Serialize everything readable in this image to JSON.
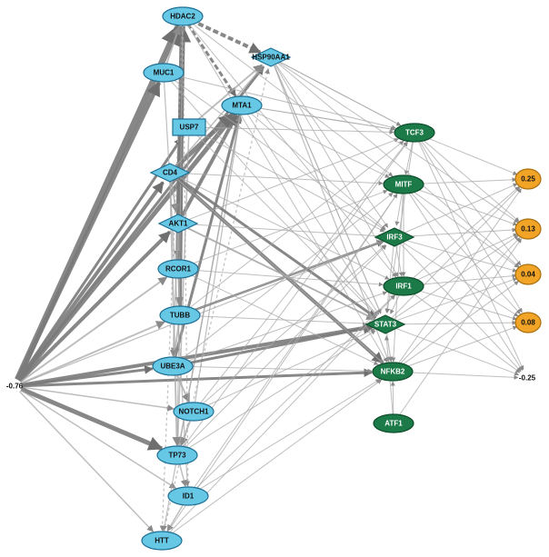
{
  "colors": {
    "blue_node": "#67c8e6",
    "blue_stroke": "#1c6f93",
    "green_node": "#1b7a47",
    "green_stroke": "#0e4d2b",
    "orange_node": "#f2a427",
    "orange_stroke": "#a8700f",
    "edge_light": "#a8a8a8",
    "edge_dark": "#7a7a7a"
  },
  "nodes": [
    {
      "id": "HDAC2",
      "label": "HDAC2",
      "shape": "ellipse",
      "group": "blue"
    },
    {
      "id": "MUC1",
      "label": "MUC1",
      "shape": "ellipse",
      "group": "blue"
    },
    {
      "id": "HSP90AA1",
      "label": "HSP90AA1",
      "shape": "diamond",
      "group": "blue"
    },
    {
      "id": "MTA1",
      "label": "MTA1",
      "shape": "ellipse",
      "group": "blue"
    },
    {
      "id": "USP7",
      "label": "USP7",
      "shape": "rect",
      "group": "blue"
    },
    {
      "id": "CD4",
      "label": "CD4",
      "shape": "diamond",
      "group": "blue"
    },
    {
      "id": "AKT1",
      "label": "AKT1",
      "shape": "diamond",
      "group": "blue"
    },
    {
      "id": "RCOR1",
      "label": "RCOR1",
      "shape": "ellipse",
      "group": "blue"
    },
    {
      "id": "TUBB",
      "label": "TUBB",
      "shape": "ellipse",
      "group": "blue"
    },
    {
      "id": "UBE3A",
      "label": "UBE3A",
      "shape": "ellipse",
      "group": "blue"
    },
    {
      "id": "NOTCH1",
      "label": "NOTCH1",
      "shape": "ellipse",
      "group": "blue"
    },
    {
      "id": "TP73",
      "label": "TP73",
      "shape": "ellipse",
      "group": "blue"
    },
    {
      "id": "ID1",
      "label": "ID1",
      "shape": "ellipse",
      "group": "blue"
    },
    {
      "id": "HTT",
      "label": "HTT",
      "shape": "ellipse",
      "group": "blue"
    },
    {
      "id": "TCF3",
      "label": "TCF3",
      "shape": "ellipse",
      "group": "green"
    },
    {
      "id": "MITF",
      "label": "MITF",
      "shape": "ellipse",
      "group": "green"
    },
    {
      "id": "IRF3",
      "label": "IRF3",
      "shape": "diamond",
      "group": "green"
    },
    {
      "id": "IRF1",
      "label": "IRF1",
      "shape": "ellipse",
      "group": "green"
    },
    {
      "id": "STAT3",
      "label": "STAT3",
      "shape": "diamond",
      "group": "green"
    },
    {
      "id": "NFKB2",
      "label": "NFKB2",
      "shape": "ellipse",
      "group": "green"
    },
    {
      "id": "ATF1",
      "label": "ATF1",
      "shape": "ellipse",
      "group": "green"
    },
    {
      "id": "O025",
      "label": "0.25",
      "shape": "circle",
      "group": "orange"
    },
    {
      "id": "O013",
      "label": "0.13",
      "shape": "circle",
      "group": "orange"
    },
    {
      "id": "O004",
      "label": "0.04",
      "shape": "circle",
      "group": "orange"
    },
    {
      "id": "O008",
      "label": "0.08",
      "shape": "circle",
      "group": "orange"
    },
    {
      "id": "ON025",
      "label": "-0.25",
      "shape": "none",
      "group": "free"
    },
    {
      "id": "ON076",
      "label": "-0.76",
      "shape": "none",
      "group": "free"
    }
  ]
}
